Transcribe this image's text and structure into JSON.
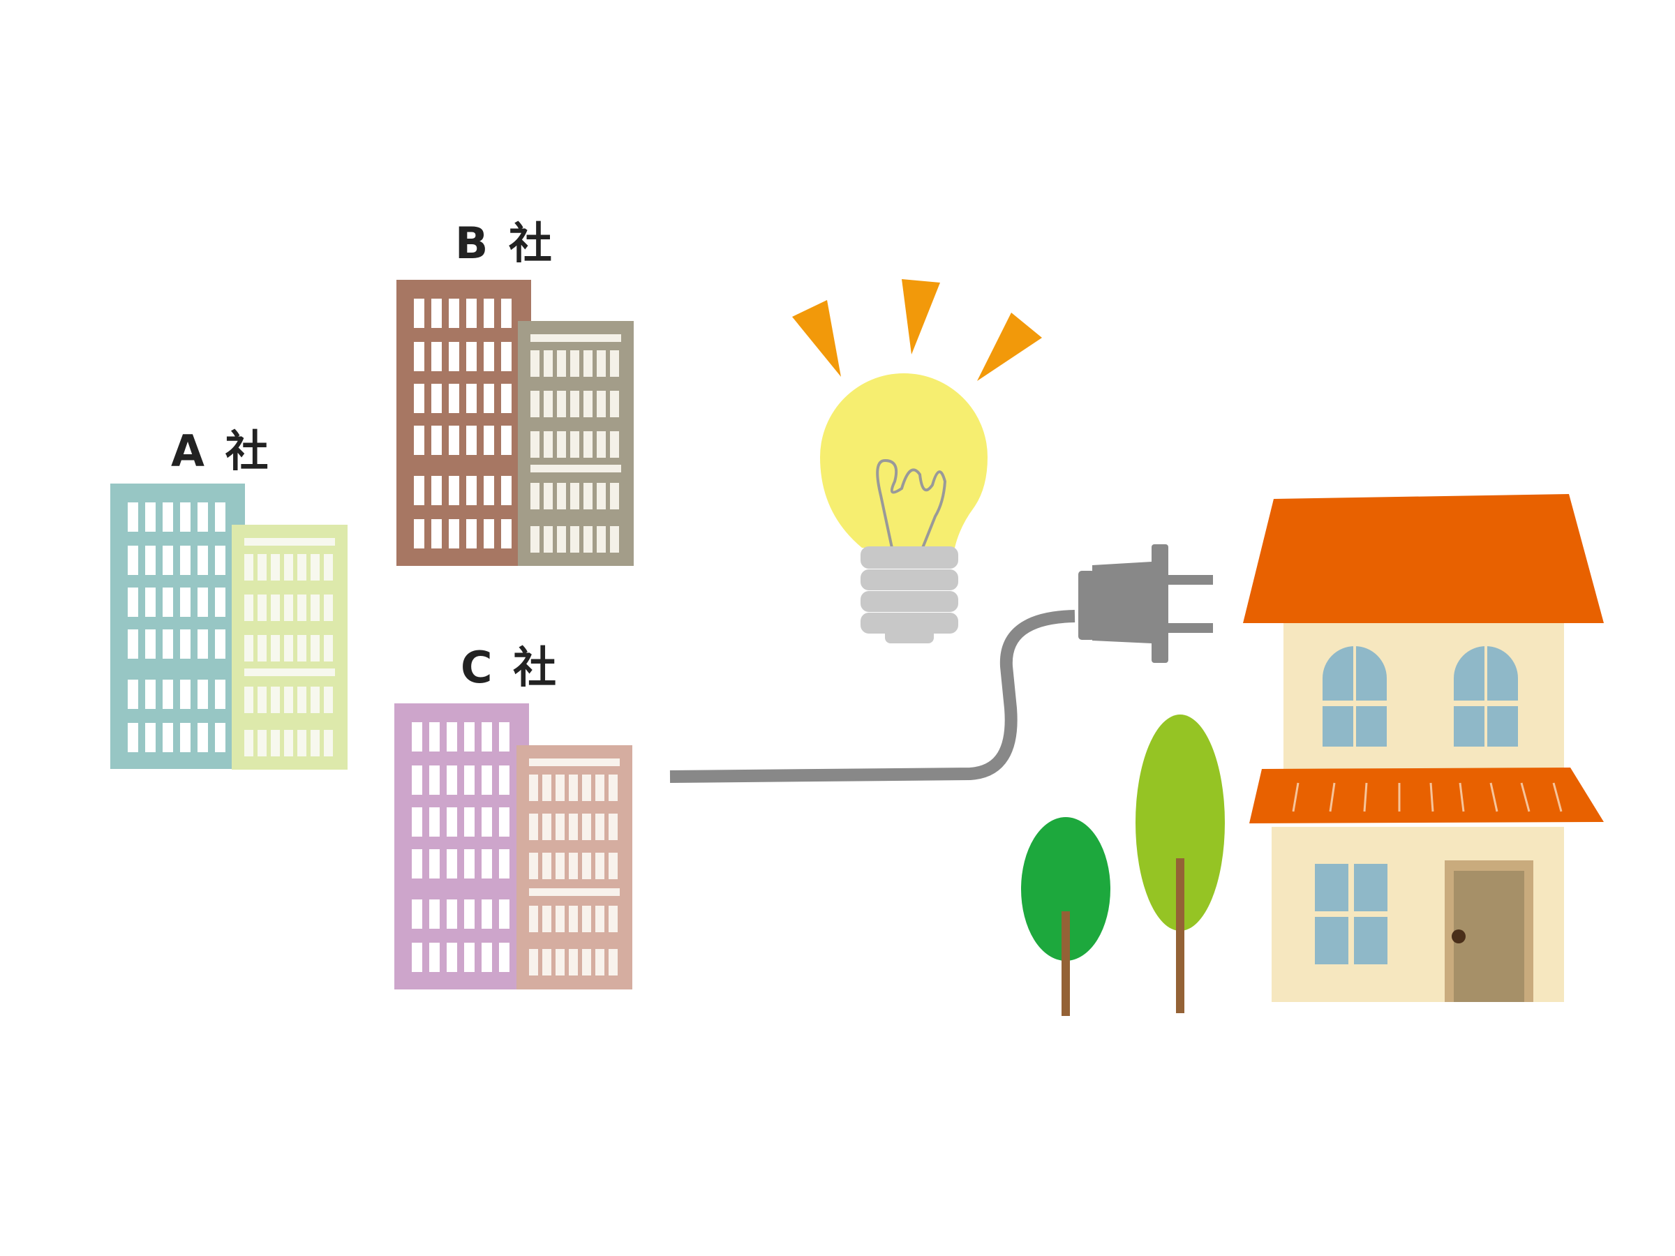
{
  "companies": [
    {
      "label": "A 社",
      "main_color": "#97c6c4",
      "side_color": "#dde9ab"
    },
    {
      "label": "B 社",
      "main_color": "#a77763",
      "side_color": "#a39d89"
    },
    {
      "label": "C 社",
      "main_color": "#cda5cb",
      "side_color": "#d5ada0"
    }
  ],
  "colors": {
    "bulb_glass": "#f6ee70",
    "bulb_base": "#c8c8c8",
    "bulb_rays": "#f2990a",
    "cable": "#888888",
    "house_wall": "#f6e7bf",
    "house_roof": "#e86100",
    "house_window": "#8fb8c8",
    "house_door": "#a69068",
    "tree_dark": "#1da83d",
    "tree_light": "#95c424",
    "trunk": "#946236"
  }
}
